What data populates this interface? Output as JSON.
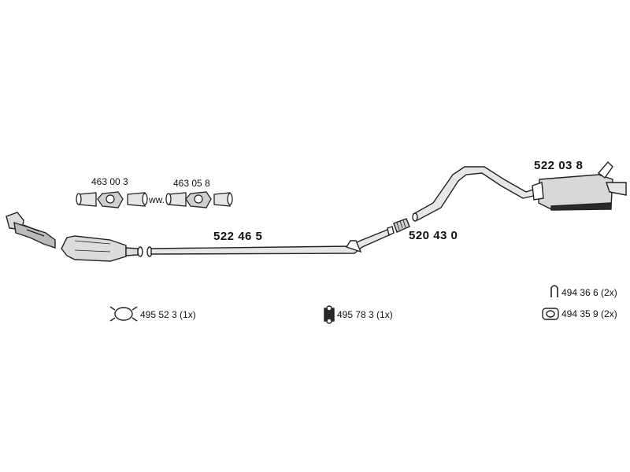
{
  "parts": {
    "front_pipe": "522 46 5",
    "flex_connector": "520 43 0",
    "rear_silencer": "522 03 8",
    "clamp_kit_a": "463 00 3",
    "clamp_kit_b": "463 05 8",
    "clamp_kit_link": "ww."
  },
  "fittings": {
    "clamp_ring": {
      "label": "495 52 3  (1x)"
    },
    "rubber_mount": {
      "label": "495 78 3 (1x)"
    },
    "hanger_clip": {
      "label": "494 36 6 (2x)"
    },
    "mount_ring": {
      "label": "494 35 9 (2x)"
    }
  },
  "colors": {
    "line": "#222222",
    "fill_light": "#d8d8d8",
    "fill_dark": "#2a2a2a"
  }
}
